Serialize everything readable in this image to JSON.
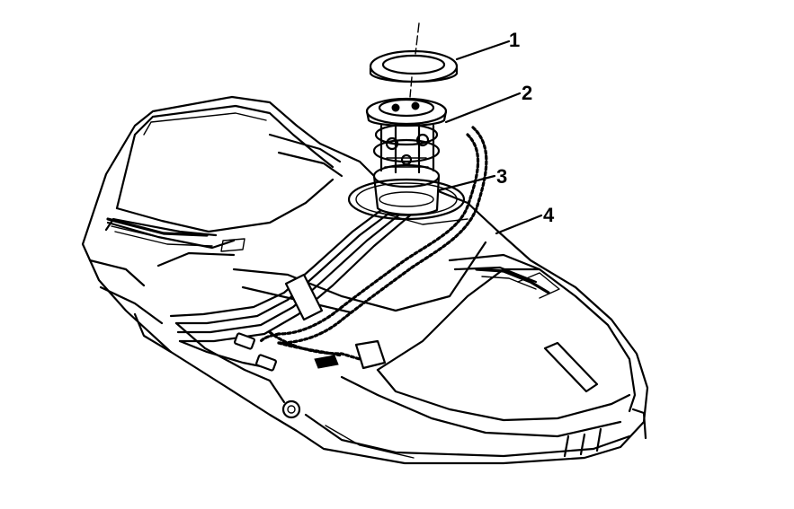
{
  "diagram": {
    "callouts": [
      {
        "id": "1",
        "label": "1"
      },
      {
        "id": "2",
        "label": "2"
      },
      {
        "id": "3",
        "label": "3"
      },
      {
        "id": "4",
        "label": "4"
      }
    ],
    "colors": {
      "ink": "#000000",
      "background": "#ffffff"
    }
  }
}
